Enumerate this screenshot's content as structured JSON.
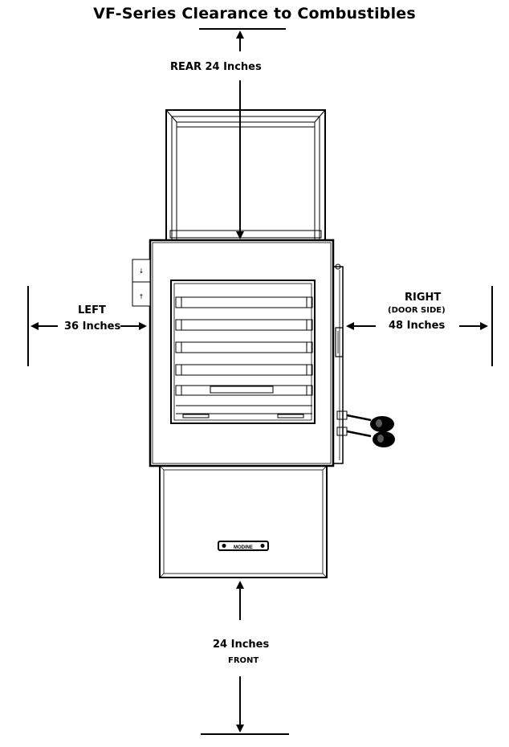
{
  "title": "VF-Series Clearance to Combustibles",
  "rear": {
    "word": "REAR",
    "value": "24 Inches"
  },
  "left": {
    "word": "LEFT",
    "value": "36 Inches"
  },
  "right": {
    "word": "RIGHT",
    "note": "(DOOR SIDE)",
    "value": "48 Inches"
  },
  "front": {
    "value": "24 Inches",
    "word": "FRONT"
  },
  "nameplate": "MODINE",
  "colors": {
    "line": "#000000",
    "background": "#ffffff",
    "panel": "#f4f4f4"
  }
}
